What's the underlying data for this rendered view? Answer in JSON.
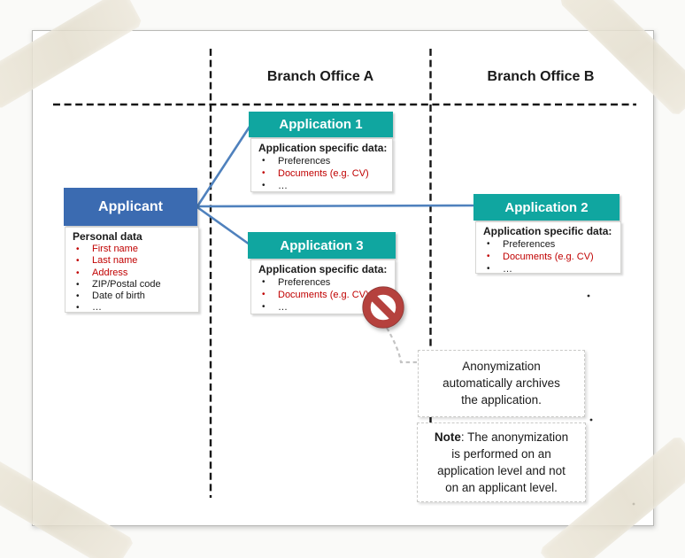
{
  "colors": {
    "accent_blue": "#3B6BB1",
    "accent_teal": "#10A6A0",
    "highlight_red": "#C00000",
    "connector_blue": "#4F81BD",
    "sign_red": "#B5413D",
    "ink": "#1A1A1A"
  },
  "diagram": {
    "columns": [
      {
        "label": "Branch Office A"
      },
      {
        "label": "Branch Office B"
      }
    ],
    "applicant": {
      "title": "Applicant",
      "section_title": "Personal data",
      "items": [
        {
          "label": "First name",
          "highlighted": true
        },
        {
          "label": "Last name",
          "highlighted": true
        },
        {
          "label": "Address",
          "highlighted": true
        },
        {
          "label": "ZIP/Postal code",
          "highlighted": false
        },
        {
          "label": "Date of birth",
          "highlighted": false
        },
        {
          "label": "…",
          "highlighted": false
        }
      ]
    },
    "applications": [
      {
        "title": "Application 1",
        "section_title": "Application specific data:",
        "items": [
          {
            "label": "Preferences",
            "highlighted": false
          },
          {
            "label": "Documents (e.g. CV)",
            "highlighted": true
          },
          {
            "label": "…",
            "highlighted": false
          }
        ]
      },
      {
        "title": "Application 2",
        "section_title": "Application specific data:",
        "items": [
          {
            "label": "Preferences",
            "highlighted": false
          },
          {
            "label": "Documents (e.g. CV)",
            "highlighted": true
          },
          {
            "label": "…",
            "highlighted": false
          }
        ]
      },
      {
        "title": "Application 3",
        "section_title": "Application specific data:",
        "items": [
          {
            "label": "Preferences",
            "highlighted": false
          },
          {
            "label": "Documents (e.g. CV)",
            "highlighted": true
          },
          {
            "label": "…",
            "highlighted": false
          }
        ]
      }
    ],
    "icons": {
      "prohibition": "no-entry-icon"
    },
    "callouts": {
      "archive": {
        "lines": [
          "Anonymization",
          "automatically archives",
          "the application."
        ]
      },
      "note": {
        "bold": "Note",
        "lines": [
          ": The anonymization",
          "is performed on an",
          "application level and not",
          "on an applicant level."
        ]
      }
    }
  }
}
